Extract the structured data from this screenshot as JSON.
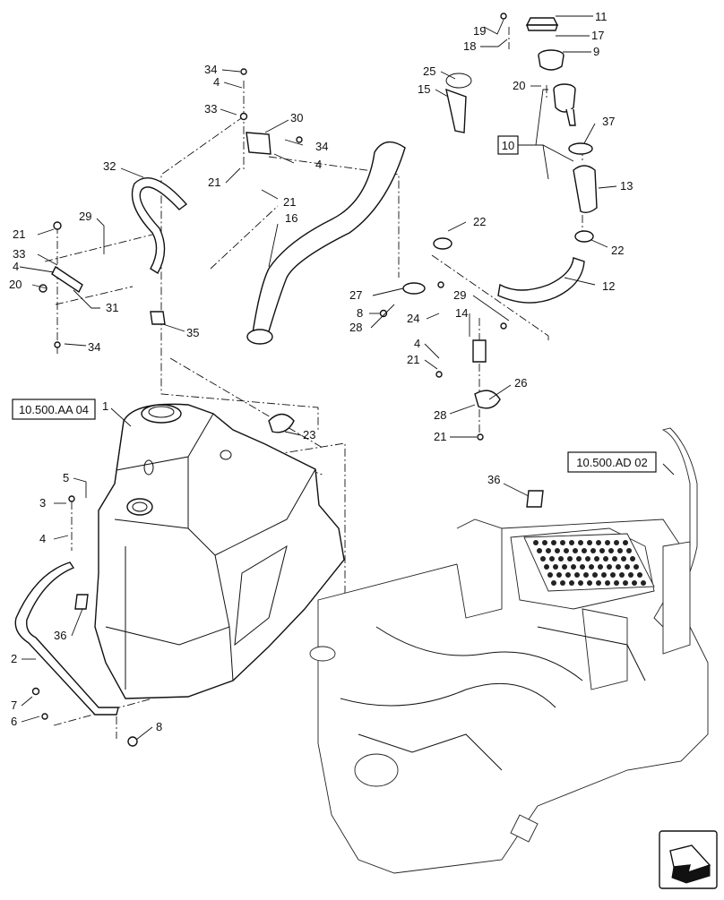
{
  "diagram": {
    "references": [
      {
        "id": "ref-aa04",
        "text": "10.500.AA 04"
      },
      {
        "id": "ref-ad02",
        "text": "10.500.AD 02"
      },
      {
        "id": "ref-10",
        "text": "10"
      }
    ],
    "callouts": [
      {
        "id": "c11",
        "text": "11"
      },
      {
        "id": "c19",
        "text": "19"
      },
      {
        "id": "c17",
        "text": "17"
      },
      {
        "id": "c18",
        "text": "18"
      },
      {
        "id": "c9",
        "text": "9"
      },
      {
        "id": "c34a",
        "text": "34"
      },
      {
        "id": "c25",
        "text": "25"
      },
      {
        "id": "c4a",
        "text": "4"
      },
      {
        "id": "c15",
        "text": "15"
      },
      {
        "id": "c20a",
        "text": "20"
      },
      {
        "id": "c33a",
        "text": "33"
      },
      {
        "id": "c30",
        "text": "30"
      },
      {
        "id": "c37",
        "text": "37"
      },
      {
        "id": "c34b",
        "text": "34"
      },
      {
        "id": "c4b",
        "text": "4"
      },
      {
        "id": "c32",
        "text": "32"
      },
      {
        "id": "c13",
        "text": "13"
      },
      {
        "id": "c21a",
        "text": "21"
      },
      {
        "id": "c21b",
        "text": "21"
      },
      {
        "id": "c16",
        "text": "16"
      },
      {
        "id": "c29a",
        "text": "29"
      },
      {
        "id": "c22a",
        "text": "22"
      },
      {
        "id": "c21c",
        "text": "21"
      },
      {
        "id": "c22b",
        "text": "22"
      },
      {
        "id": "c33b",
        "text": "33"
      },
      {
        "id": "c4c",
        "text": "4"
      },
      {
        "id": "c12",
        "text": "12"
      },
      {
        "id": "c20b",
        "text": "20"
      },
      {
        "id": "c27",
        "text": "27"
      },
      {
        "id": "c29b",
        "text": "29"
      },
      {
        "id": "c31",
        "text": "31"
      },
      {
        "id": "c8a",
        "text": "8"
      },
      {
        "id": "c14",
        "text": "14"
      },
      {
        "id": "c34c",
        "text": "34"
      },
      {
        "id": "c24",
        "text": "24"
      },
      {
        "id": "c28a",
        "text": "28"
      },
      {
        "id": "c35",
        "text": "35"
      },
      {
        "id": "c4d",
        "text": "4"
      },
      {
        "id": "c21d",
        "text": "21"
      },
      {
        "id": "c26",
        "text": "26"
      },
      {
        "id": "c1",
        "text": "1"
      },
      {
        "id": "c28b",
        "text": "28"
      },
      {
        "id": "c23",
        "text": "23"
      },
      {
        "id": "c21e",
        "text": "21"
      },
      {
        "id": "c5",
        "text": "5"
      },
      {
        "id": "c36a",
        "text": "36"
      },
      {
        "id": "c3",
        "text": "3"
      },
      {
        "id": "c4e",
        "text": "4"
      },
      {
        "id": "c36b",
        "text": "36"
      },
      {
        "id": "c2",
        "text": "2"
      },
      {
        "id": "c7",
        "text": "7"
      },
      {
        "id": "c6",
        "text": "6"
      },
      {
        "id": "c8b",
        "text": "8"
      }
    ]
  }
}
